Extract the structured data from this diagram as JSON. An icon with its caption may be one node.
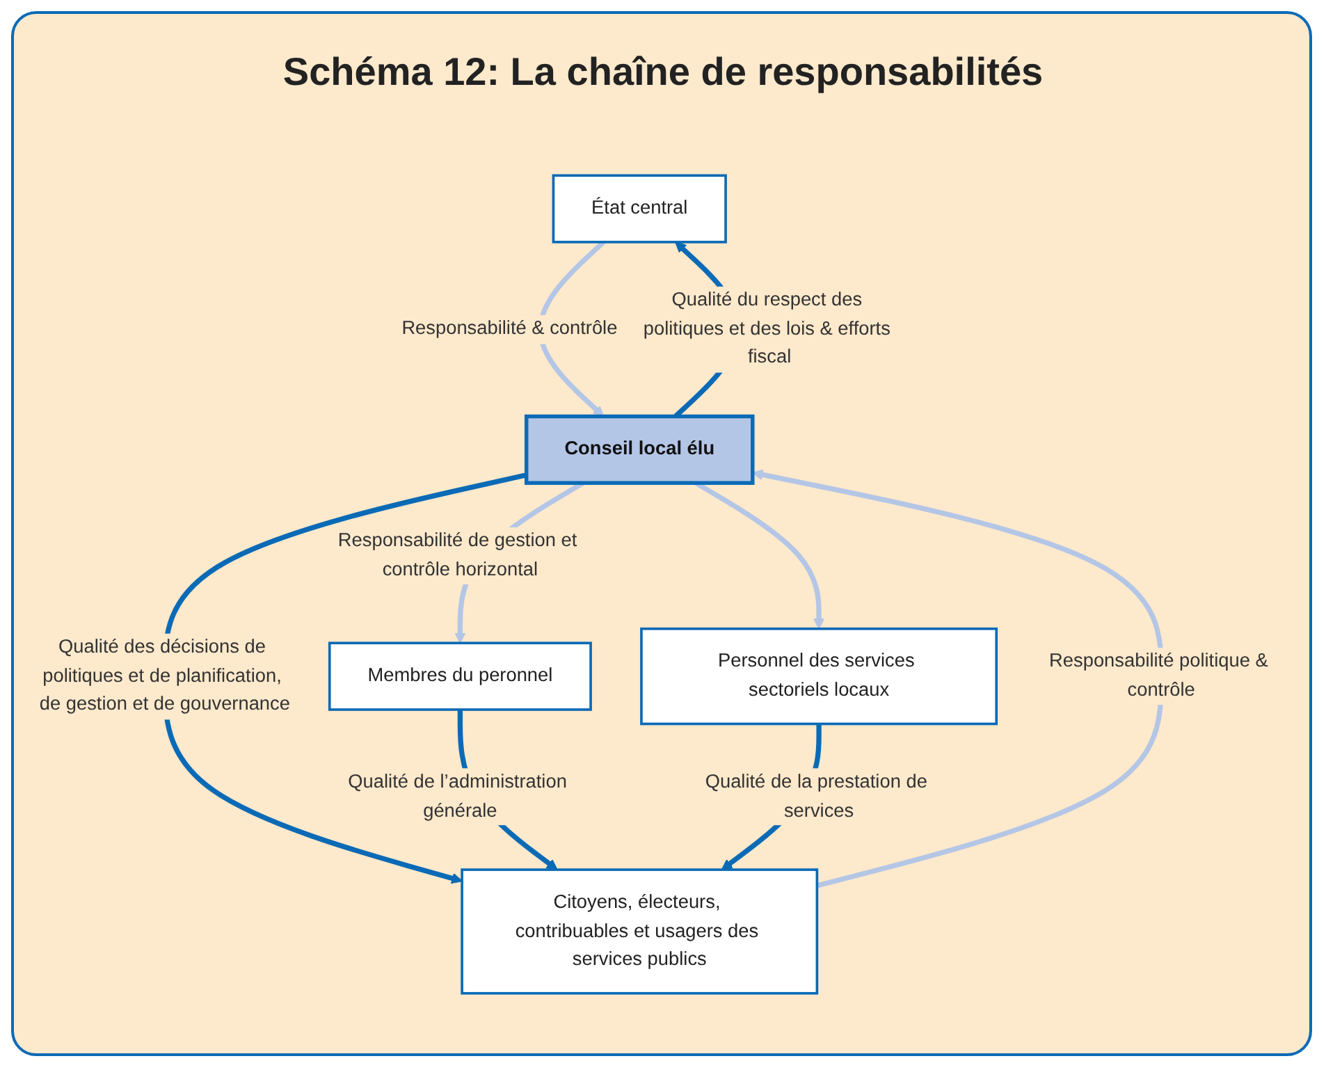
{
  "diagram": {
    "title": "Schéma 12: La chaîne de responsabilités",
    "nodes": [
      {
        "text": [
          "État central"
        ]
      },
      {
        "text": [
          "Conseil local élu"
        ]
      },
      {
        "text": [
          "Membres du peronnel"
        ]
      },
      {
        "text": [
          "Personnel des services sectoriels locaux"
        ]
      },
      {
        "text": [
          "Citoyens, électeurs, contribuables et usagers des services publics"
        ]
      }
    ],
    "edges": [
      {
        "from": 0,
        "to": 1,
        "arrow": "to",
        "color": "#b4c6e6",
        "label": "Responsabilité & contrôle"
      },
      {
        "from": 1,
        "to": 0,
        "arrow": "to",
        "color": "#0a6ab6",
        "label": "Qualité du respect des politiques et des lois & efforts fiscal"
      },
      {
        "from": 4,
        "to": 1,
        "arrow": "to",
        "color": "#b4c6e6",
        "label": "Responsabilité politique & contrôle"
      },
      {
        "from": 1,
        "to": 4,
        "arrow": "to",
        "color": "#0a6ab6",
        "label": "Qualité des décisions de politiques et de planification, de gestion et de gouvernance"
      },
      {
        "from": 1,
        "to": 2,
        "arrow": "to",
        "color": "#b4c6e6",
        "label": "Responsabilité de gestion et contrôle horizontal"
      },
      {
        "from": 1,
        "to": 3,
        "arrow": "to",
        "color": "#b4c6e6"
      },
      {
        "from": 2,
        "to": 4,
        "arrow": "to",
        "color": "#0a6ab6",
        "label": "Qualité de l’administration générale"
      },
      {
        "from": 3,
        "to": 4,
        "arrow": "to",
        "color": "#0a6ab6",
        "label": "Qualité de la prestation de services"
      }
    ]
  }
}
